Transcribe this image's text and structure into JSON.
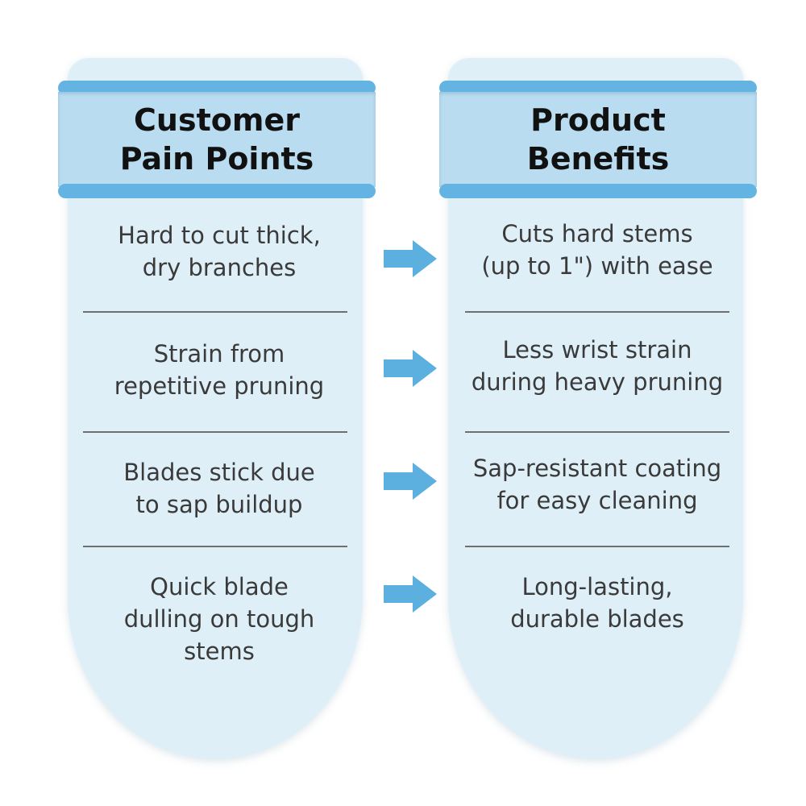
{
  "columns": {
    "left": {
      "title": "Customer\nPain Points",
      "items": [
        "Hard to cut thick,\ndry branches",
        "Strain from\nrepetitive pruning",
        "Blades stick due\nto sap buildup",
        "Quick blade\ndulling on tough\nstems"
      ]
    },
    "right": {
      "title": "Product\nBenefits",
      "items": [
        "Cuts hard stems\n(up to 1\") with ease",
        "Less wrist strain\nduring heavy pruning",
        "Sap-resistant coating\nfor easy cleaning",
        "Long-lasting,\ndurable blades"
      ]
    }
  },
  "arrow_icon": "arrow-right-icon",
  "colors": {
    "panel": "#dfeff8",
    "banner": "#b9dcf0",
    "banner_edge": "#64b4e3",
    "arrow": "#5cb0e0",
    "text": "#3a3a3a",
    "title": "#111111"
  }
}
